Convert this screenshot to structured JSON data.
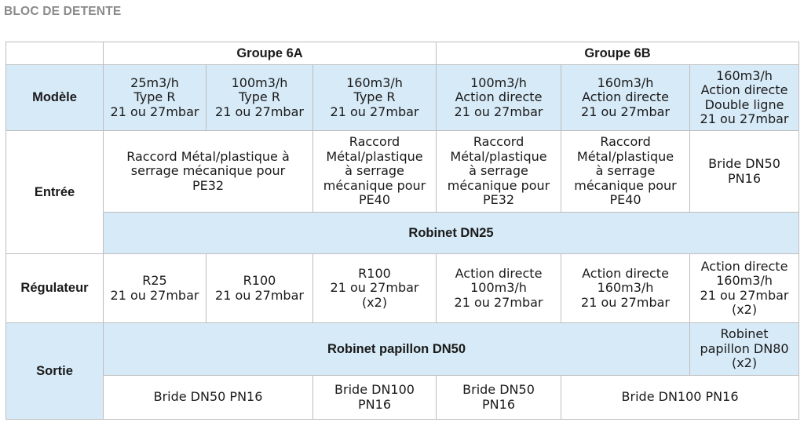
{
  "title": "BLOC DE DETENTE",
  "groups": [
    "Groupe 6A",
    "Groupe 6B"
  ],
  "rows": {
    "modele": {
      "label": "Modèle",
      "cells": [
        [
          "25m3/h",
          "Type R",
          "21 ou 27mbar"
        ],
        [
          "100m3/h",
          "Type R",
          "21 ou 27mbar"
        ],
        [
          "160m3/h",
          "Type R",
          "21 ou 27mbar"
        ],
        [
          "100m3/h",
          "Action directe",
          "21 ou 27mbar"
        ],
        [
          "160m3/h",
          "Action directe",
          "21 ou 27mbar"
        ],
        [
          "160m3/h",
          "Action directe",
          "Double ligne",
          "21 ou 27mbar"
        ]
      ]
    },
    "entree": {
      "label": "Entrée",
      "cells": [
        [
          "Raccord Métal/plastique à",
          "serrage mécanique pour",
          "PE32"
        ],
        [
          "Raccord",
          "Métal/plastique",
          "à serrage",
          "mécanique pour",
          "PE40"
        ],
        [
          "Raccord",
          "Métal/plastique",
          "à serrage",
          "mécanique pour",
          "PE32"
        ],
        [
          "Raccord",
          "Métal/plastique",
          "à serrage",
          "mécanique pour",
          "PE40"
        ],
        [
          "Bride DN50",
          "PN16"
        ]
      ],
      "robinet": "Robinet DN25"
    },
    "regulateur": {
      "label": "Régulateur",
      "cells": [
        [
          "R25",
          "21 ou 27mbar"
        ],
        [
          "R100",
          "21 ou 27mbar"
        ],
        [
          "R100",
          "21 ou 27mbar",
          "(x2)"
        ],
        [
          "Action directe",
          "100m3/h",
          "21 ou 27mbar"
        ],
        [
          "Action directe",
          "160m3/h",
          "21 ou 27mbar"
        ],
        [
          "Action directe",
          "160m3/h",
          "21 ou 27mbar",
          "(x2)"
        ]
      ]
    },
    "sortie": {
      "label": "Sortie",
      "robinet_main": "Robinet papillon DN50",
      "robinet_last": [
        "Robinet",
        "papillon DN80",
        "(x2)"
      ],
      "brides": [
        [
          "Bride DN50 PN16"
        ],
        [
          "Bride DN100",
          "PN16"
        ],
        [
          "Bride DN50",
          "PN16"
        ],
        [
          "Bride DN100 PN16"
        ]
      ]
    }
  },
  "colors": {
    "header_blue": "#d7eaf7",
    "border": "#bdbdbd",
    "title_gray": "#8a8a8a"
  }
}
